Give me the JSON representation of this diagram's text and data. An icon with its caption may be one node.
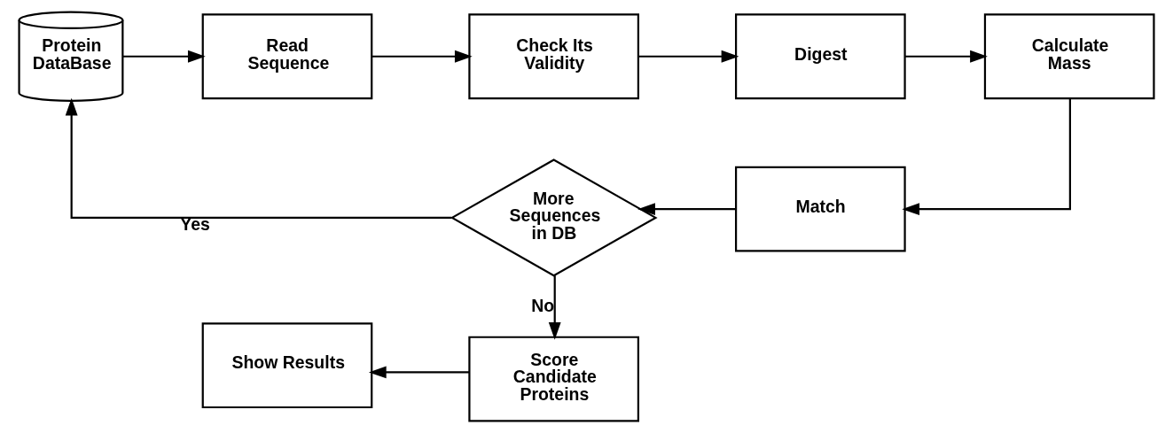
{
  "diagram": {
    "nodes": [
      {
        "text": [
          "Protein DataBase"
        ]
      },
      {
        "text": [
          "Read Sequence"
        ]
      },
      {
        "text": [
          "Check Its Validity"
        ]
      },
      {
        "text": [
          "Digest"
        ]
      },
      {
        "text": [
          "Calculate Mass"
        ]
      },
      {
        "text": [
          "Match"
        ]
      },
      {
        "text": [
          "More Sequences in DB"
        ]
      },
      {
        "text": [
          "Score Candidate Proteins"
        ]
      },
      {
        "text": [
          "Show Results"
        ]
      }
    ],
    "edges": [
      {
        "from": 0,
        "to": 1,
        "arrow": "to"
      },
      {
        "from": 1,
        "to": 2,
        "arrow": "to"
      },
      {
        "from": 2,
        "to": 3,
        "arrow": "to"
      },
      {
        "from": 3,
        "to": 4,
        "arrow": "to"
      },
      {
        "from": 4,
        "to": 5,
        "arrow": "to"
      },
      {
        "from": 5,
        "to": 6,
        "arrow": "to"
      },
      {
        "from": 6,
        "to": 0,
        "label": "Yes",
        "arrow": "to"
      },
      {
        "from": 6,
        "to": 7,
        "label": "No",
        "arrow": "to"
      },
      {
        "from": 7,
        "to": 8,
        "arrow": "to"
      }
    ]
  }
}
